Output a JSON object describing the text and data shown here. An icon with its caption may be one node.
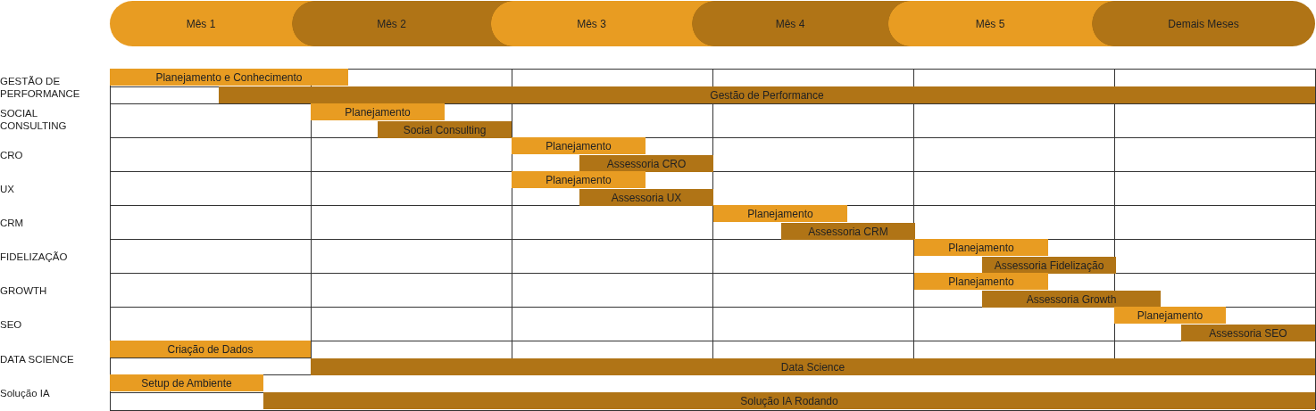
{
  "diagram": {
    "nodes": [
      {
        "text": [
          "Mês 1"
        ]
      },
      {
        "text": [
          "Mês 2"
        ]
      },
      {
        "text": [
          "Mês 3"
        ]
      },
      {
        "text": [
          "Mês 4"
        ]
      },
      {
        "text": [
          "Mês 5"
        ]
      },
      {
        "text": [
          "Demais Meses"
        ]
      },
      {
        "text": [
          "Planejamento e Conhecimento"
        ]
      },
      {
        "text": [
          "Gestão de Performance"
        ]
      },
      {
        "text": [
          "Planejamento"
        ]
      },
      {
        "text": [
          "Social Consulting"
        ]
      },
      {
        "text": [
          "Planejamento"
        ]
      },
      {
        "text": [
          "Assessoria CRO"
        ]
      },
      {
        "text": [
          "Planejamento"
        ]
      },
      {
        "text": [
          "Assessoria UX"
        ]
      },
      {
        "text": [
          "Planejamento"
        ]
      },
      {
        "text": [
          "Assessoria CRM"
        ]
      },
      {
        "text": [
          "Planejamento"
        ]
      },
      {
        "text": [
          "Assessoria Fidelização"
        ]
      },
      {
        "text": [
          "Planejamento"
        ]
      },
      {
        "text": [
          "Assessoria Growth"
        ]
      },
      {
        "text": [
          "Planejamento"
        ]
      },
      {
        "text": [
          "Assessoria SEO"
        ]
      },
      {
        "text": [
          "Criação de Dados"
        ]
      },
      {
        "text": [
          "Data Science"
        ]
      },
      {
        "text": [
          "Setup de Ambiente"
        ]
      },
      {
        "text": [
          "Solução IA Rodando"
        ]
      }
    ],
    "edges": [],
    "labels": [
      "GESTÃO DE PERFORMANCE",
      "SOCIAL CONSULTING",
      "CRO",
      "UX",
      "CRM",
      "FIDELIZAÇÃO",
      "GROWTH",
      "SEO",
      "DATA SCIENCE",
      "Solução IA"
    ]
  }
}
